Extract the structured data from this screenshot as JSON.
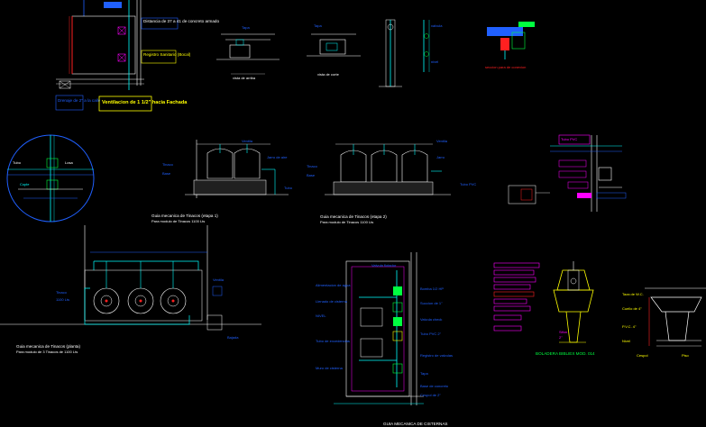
{
  "labels": {
    "ventilation_tube": "Ventilacion de 1 1/2\" hacia Fachada",
    "drain_pipe": "Drenaje de 2\" a la calle",
    "distance_note": "Distancia de 37 a 41 de concreto armado",
    "register": "Registro Sanitario (Bocal)",
    "view_top": "vista de arriba",
    "section_connection": "seccion para de conexion",
    "title_phase1": "Guia mecanica de Tinacos (etapa 1)",
    "subtitle_phase1": "Para modulo de Tinacos 1100 Lts",
    "title_phase2": "Guia mecanica de Tinacos (etapa 2)",
    "subtitle_phase2": "Para modulo de Tinacos 1100 Lts",
    "title_plan": "Guia mecanica de Tinacos (planta)",
    "subtitle_plan": "Para modulo de 3 Tinacos de 1100 Lts",
    "title_cistern": "GUIA MECANICA DE CISTERNAS",
    "title_bowl": "BOLADERA BIBLIEX MOD. 014",
    "wc_label": "Taza de W.C.",
    "float_valve": "Valvula flotador",
    "pump": "Bomba 1/2 HP",
    "suction": "Succion de 1\"",
    "check_valve": "Valvula check",
    "water_feed": "Alimentacion de agua",
    "fill_line": "Llenado de cisterna",
    "overflow": "Tubo de excedencias",
    "register_valves": "Registro de valvulas",
    "level": "NIVEL",
    "pipe_pvc": "Tubo PVC 2\"",
    "tinaco": "Tinaco 1100 Lts",
    "base": "Base de concreto",
    "cistern_wall": "Muro de cisterna",
    "tape_drain": "Cespol de 2\""
  },
  "colors": {
    "background": "#000000",
    "cyan": "#00ffff",
    "blue": "#2060ff",
    "white": "#ffffff",
    "yellow": "#ffff00",
    "green": "#00ff40",
    "red": "#ff2020",
    "magenta": "#ff00ff"
  }
}
